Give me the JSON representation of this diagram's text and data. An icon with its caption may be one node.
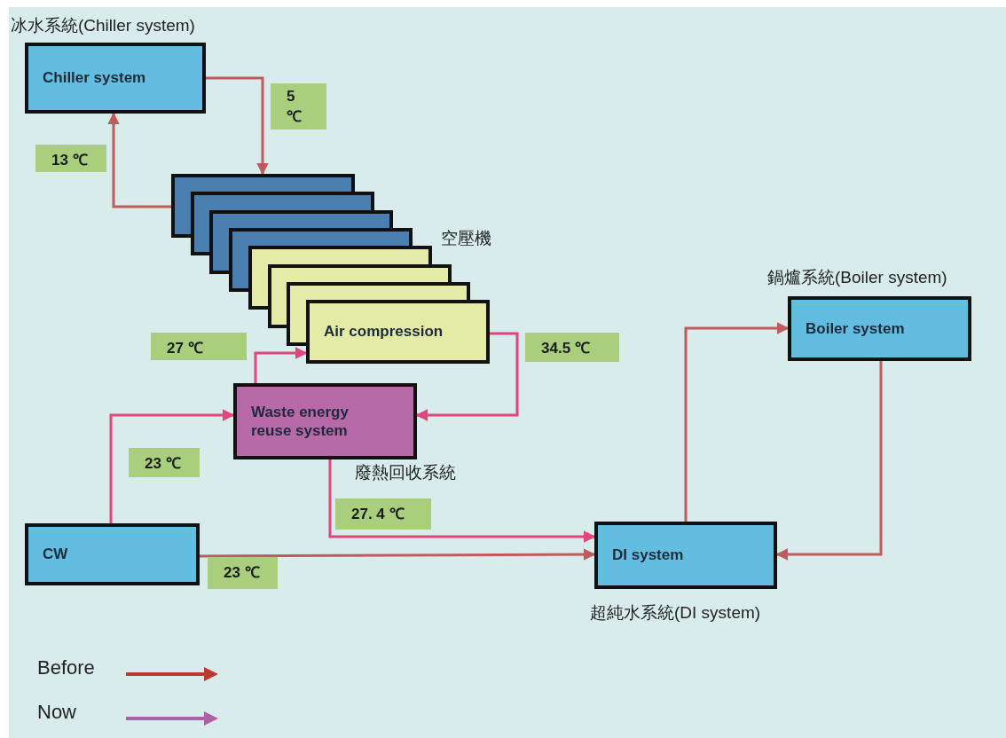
{
  "diagram": {
    "nodes": [
      {
        "text": [
          "冰水系統(Chiller system)",
          "Chiller system"
        ]
      },
      {
        "text": [],
        "shape": "stack"
      },
      {
        "text": [
          "Air compression"
        ]
      },
      {
        "text": [
          "鍋爐系統(Boiler system)",
          "Boiler system"
        ]
      },
      {
        "text": [
          "Waste energy reuse system"
        ],
        "beside": [
          "廢熱回收系統"
        ]
      },
      {
        "text": [
          "CW"
        ]
      },
      {
        "text": [
          "DI system",
          "超純水系統(DI system)"
        ]
      }
    ],
    "edges": [
      {
        "from": 0,
        "to": 1,
        "arrow": "to",
        "label": "5 ℃"
      },
      {
        "from": 1,
        "to": 0,
        "arrow": "to",
        "label": "13 ℃"
      },
      {
        "from": 4,
        "to": 2,
        "arrow": "to",
        "label": "27 ℃",
        "color": "#e0457b"
      },
      {
        "from": 2,
        "to": 4,
        "arrow": "to",
        "label": "34.5 ℃",
        "color": "#e0457b"
      },
      {
        "from": 5,
        "to": 4,
        "arrow": "to",
        "label": "23 ℃",
        "color": "#e0457b"
      },
      {
        "from": 4,
        "to": 6,
        "arrow": "to",
        "label": "27. 4 ℃",
        "color": "#e0457b"
      },
      {
        "from": 5,
        "to": 6,
        "arrow": "to",
        "label": "23 ℃"
      },
      {
        "from": 6,
        "to": 3,
        "arrow": "to"
      },
      {
        "from": 3,
        "to": 6,
        "arrow": "to"
      }
    ],
    "labels": [
      "空壓機"
    ],
    "legend": [
      {
        "text": "Before"
      },
      {
        "text": "Now"
      }
    ]
  }
}
